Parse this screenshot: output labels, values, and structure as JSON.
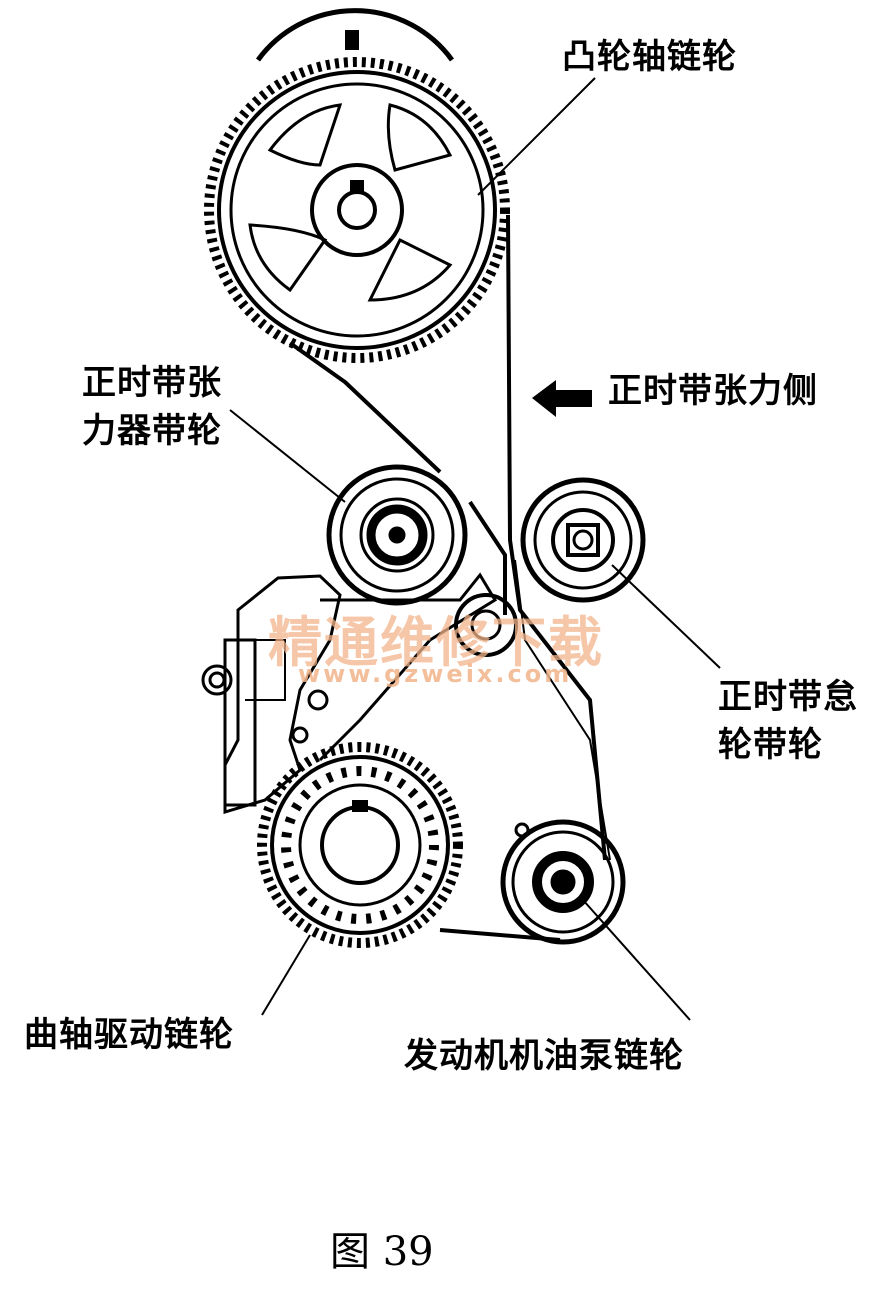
{
  "labels": {
    "camshaft_sprocket": "凸轮轴链轮",
    "tensioner_pulley_line1": "正时带张",
    "tensioner_pulley_line2": "力器带轮",
    "tension_side": "正时带张力侧",
    "idler_pulley_line1": "正时带怠",
    "idler_pulley_line2": "轮带轮",
    "crankshaft_sprocket": "曲轴驱动链轮",
    "oil_pump_sprocket": "发动机机油泵链轮"
  },
  "watermark": {
    "line1": "精通维修下载",
    "line2": "www.gzweix.com"
  },
  "caption": "图 39",
  "colors": {
    "ink": "#000000",
    "watermark": "#f2b48a"
  }
}
